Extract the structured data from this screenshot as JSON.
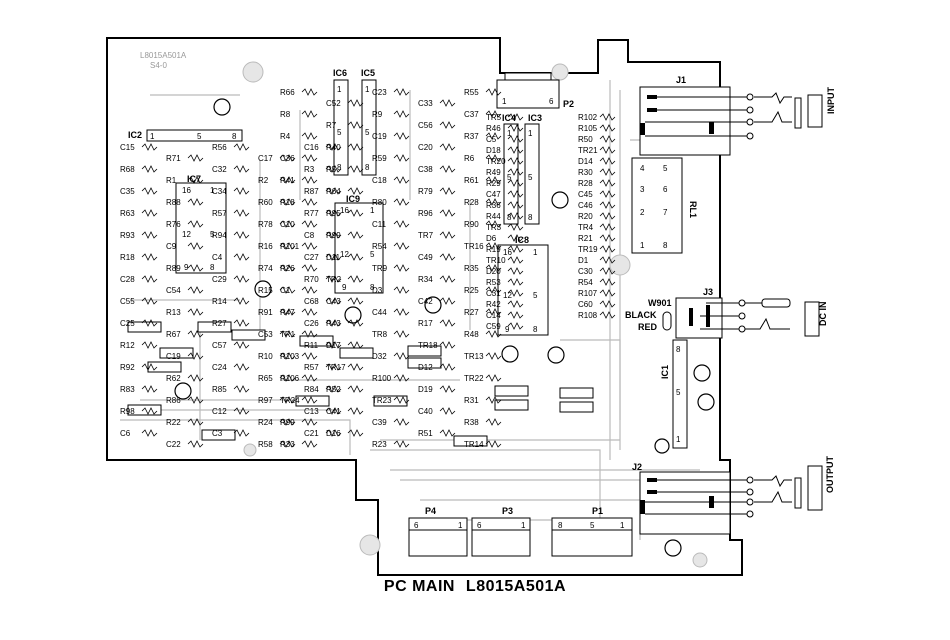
{
  "title": {
    "prefix": "PC MAIN",
    "part_number": "L8015A501A"
  },
  "board_marking": {
    "code": "L8015A501A",
    "sub": "S4-0"
  },
  "jacks": {
    "input": {
      "ref": "J1",
      "label": "INPUT"
    },
    "dc_in": {
      "ref": "J3",
      "label": "DC IN"
    },
    "output": {
      "ref": "J2",
      "label": "OUTPUT"
    }
  },
  "wire_labels": {
    "w901": "W901",
    "black": "BLACK",
    "red": "RED"
  },
  "relay": {
    "ref": "RL1",
    "pins": [
      "4",
      "5",
      "3",
      "6",
      "2",
      "7",
      "1",
      "8"
    ]
  },
  "connectors": [
    {
      "ref": "P4",
      "pins": [
        "6",
        "1"
      ]
    },
    {
      "ref": "P3",
      "pins": [
        "6",
        "1"
      ]
    },
    {
      "ref": "P1",
      "pins": [
        "8",
        "5",
        "1"
      ]
    },
    {
      "ref": "P2",
      "pins": [
        "1",
        "6"
      ]
    }
  ],
  "ics": [
    {
      "ref": "IC2",
      "pins": [
        "1",
        "5",
        "8"
      ]
    },
    {
      "ref": "IC7",
      "pins": [
        "16",
        "1",
        "12",
        "5",
        "9",
        "8"
      ]
    },
    {
      "ref": "IC6",
      "pins": [
        "1",
        "5",
        "8"
      ]
    },
    {
      "ref": "IC5",
      "pins": [
        "1",
        "5",
        "8"
      ]
    },
    {
      "ref": "IC9",
      "pins": [
        "16",
        "1",
        "12",
        "5",
        "9",
        "8"
      ]
    },
    {
      "ref": "IC4",
      "pins": [
        "1",
        "5",
        "8"
      ]
    },
    {
      "ref": "IC3",
      "pins": [
        "1",
        "5",
        "8"
      ]
    },
    {
      "ref": "IC8",
      "pins": [
        "16",
        "1",
        "12",
        "5",
        "9",
        "8"
      ]
    },
    {
      "ref": "IC1",
      "pins": [
        "8",
        "5",
        "1"
      ]
    }
  ],
  "component_labels": [
    "C15",
    "R56",
    "C16",
    "R71",
    "C17",
    "R68",
    "C32",
    "R3",
    "R1",
    "R2",
    "C35",
    "C34",
    "R87",
    "R88",
    "R60",
    "R63",
    "R57",
    "R77",
    "R76",
    "R78",
    "R93",
    "R94",
    "C8",
    "C9",
    "R16",
    "R18",
    "C4",
    "C27",
    "R89",
    "R74",
    "C28",
    "C29",
    "R70",
    "C54",
    "R15",
    "C55",
    "R14",
    "C68",
    "R13",
    "R91",
    "C25",
    "R27",
    "C26",
    "R67",
    "C53",
    "R12",
    "C57",
    "R11",
    "C19",
    "R10",
    "R92",
    "C24",
    "R57",
    "R62",
    "R65",
    "R83",
    "R85",
    "R84",
    "R86",
    "R97",
    "R98",
    "C12",
    "C13",
    "R22",
    "R24",
    "C6",
    "C3",
    "C21",
    "C22",
    "R58",
    "R66",
    "C23",
    "R55",
    "C52",
    "C33",
    "R8",
    "R9",
    "C37",
    "R7",
    "C56",
    "R4",
    "C19",
    "R37",
    "R40",
    "C20",
    "C36",
    "R59",
    "R6",
    "R5",
    "C38",
    "R41",
    "C18",
    "R61",
    "R64",
    "R79",
    "R18",
    "R80",
    "R28",
    "R95",
    "R96",
    "C10",
    "C11",
    "R90",
    "R99",
    "TR7",
    "R101",
    "R54",
    "TR16",
    "D11",
    "C49",
    "R26",
    "TR9",
    "R35",
    "TR2",
    "R34",
    "C1",
    "D3",
    "R25",
    "C43",
    "C42",
    "R47",
    "C44",
    "R27",
    "R43",
    "R17",
    "TR1",
    "TR8",
    "R48",
    "D17",
    "TR18",
    "R103",
    "D32",
    "TR13",
    "TR17",
    "D12",
    "R106",
    "R100",
    "TR22",
    "R52",
    "D19",
    "TR24",
    "TR23",
    "R31",
    "C41",
    "C40",
    "R99",
    "C39",
    "R38",
    "D16",
    "R51",
    "R33",
    "R23",
    "TR14",
    "TR5",
    "R102",
    "R46",
    "R105",
    "C5",
    "R50",
    "D18",
    "TR21",
    "TR20",
    "D14",
    "R49",
    "R30",
    "R29",
    "R28",
    "C47",
    "C45",
    "R36",
    "C46",
    "R44",
    "R20",
    "TR3",
    "TR4",
    "D6",
    "R21",
    "R19",
    "TR19",
    "TR10",
    "D1",
    "D20",
    "C30",
    "R53",
    "R54",
    "C31",
    "R107",
    "R42",
    "C60",
    "C14",
    "R108",
    "C59"
  ]
}
